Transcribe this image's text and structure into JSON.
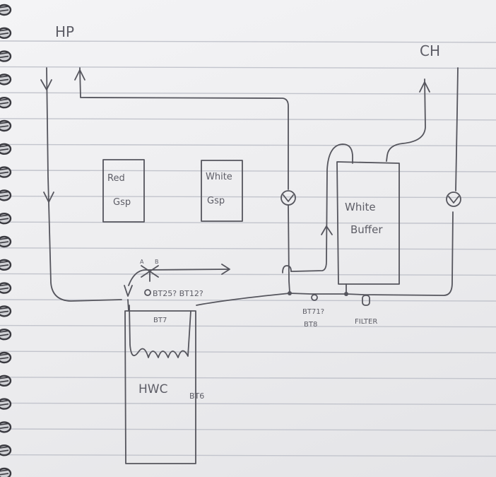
{
  "labels": {
    "hp": "HP",
    "ch": "CH",
    "red_gsp": [
      "Red",
      "Gsp"
    ],
    "white_gsp": [
      "White",
      "Gsp"
    ],
    "white_buffer": [
      "White",
      "Buffer"
    ],
    "hwc": "HWC",
    "bt25_bt12": "BT25? BT12?",
    "bt7": "BT7",
    "bt6": "BT6",
    "bt71_bt8": [
      "BT71?",
      "BT8"
    ],
    "filter": "FILTER",
    "valve_a": "A",
    "valve_b": "B"
  },
  "colors": {
    "ink": "#55555d",
    "ruling": "#c2c4cc",
    "paper": "#efeff1",
    "spiral": "#3a3a40"
  }
}
